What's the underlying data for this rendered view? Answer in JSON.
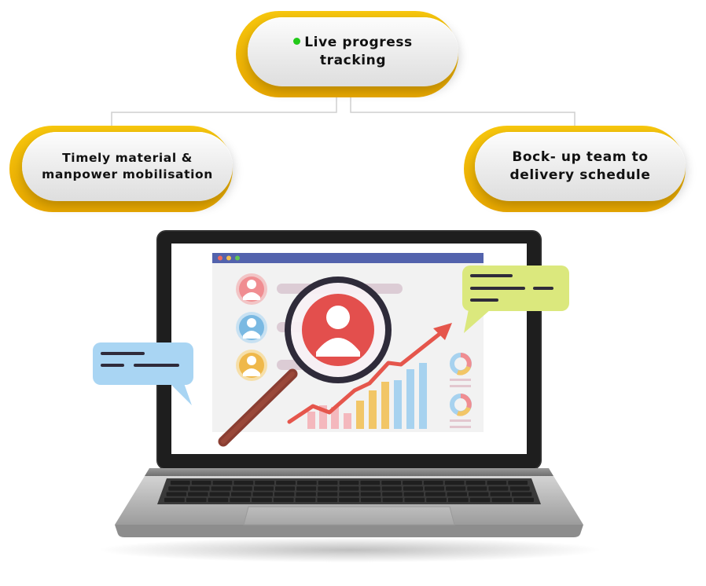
{
  "nodes": {
    "center": {
      "label_line1": "Live progress",
      "label_line2": "tracking",
      "has_live_dot": true
    },
    "left": {
      "label_line1": "Timely material &",
      "label_line2": "manpower mobilisation"
    },
    "right": {
      "label_line1": "Bock- up team to",
      "label_line2": "delivery schedule"
    }
  },
  "colors": {
    "arc_yellow": "#f5bd0a",
    "live_dot": "#22c919",
    "connector": "#cfcfcf",
    "browser_bar": "#5363ad",
    "magnifier_avatar": "#e34f4d",
    "trend_arrow": "#e5564c",
    "bubble_blue": "#a9d5f3",
    "bubble_green": "#dbe87d"
  },
  "illustration": {
    "subject": "laptop-with-analytics-dashboard",
    "icons": [
      "avatar-icon",
      "magnifier-icon",
      "trend-arrow-icon",
      "donut-chart-icon",
      "chat-bubble-icon"
    ]
  }
}
